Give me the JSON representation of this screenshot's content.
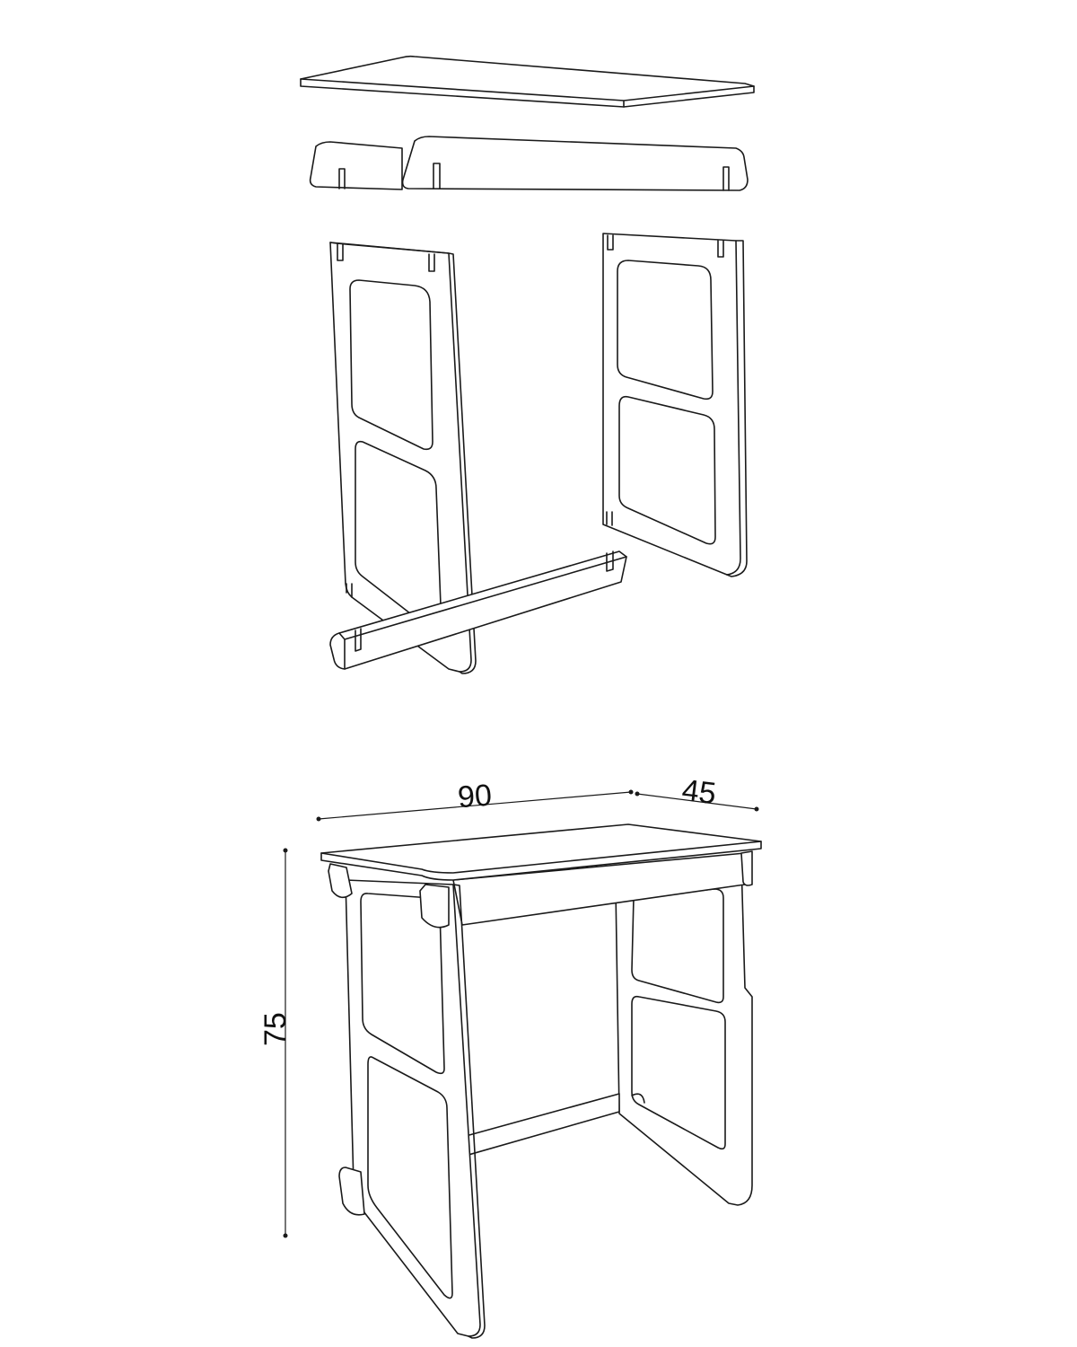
{
  "dimensions": {
    "width": "90",
    "depth": "45",
    "height": "75"
  },
  "colors": {
    "line": "#1a1a1a",
    "background": "#ffffff"
  }
}
